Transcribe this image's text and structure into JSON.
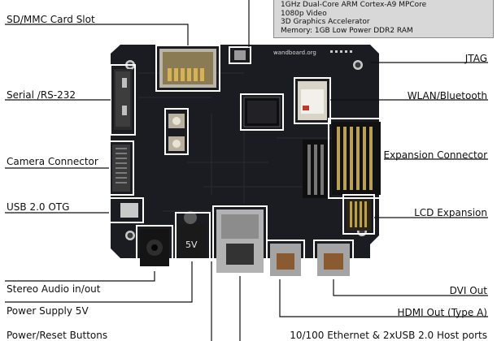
{
  "specs": {
    "line1": "1GHz Dual-Core ARM Cortex-A9 MPCore",
    "line2": "1080p Video",
    "line3": "3D Graphics Accelerator",
    "line4": "Memory: 1GB Low Power DDR2 RAM"
  },
  "board": {
    "logo_text": "wandboard.org"
  },
  "labels": {
    "sd_card": "SD/MMC Card Slot",
    "serial": "Serial /RS-232",
    "camera": "Camera Connector",
    "usb_otg": "USB 2.0 OTG",
    "audio": "Stereo Audio in/out",
    "power": "Power Supply 5V",
    "buttons": "Power/Reset Buttons",
    "jtag": "JTAG",
    "wlan": "WLAN/Bluetooth",
    "expansion": "Expansion Connector",
    "lcd": "LCD Expansion",
    "dvi": "DVI Out",
    "hdmi": "HDMI Out (Type A)",
    "ethernet": "10/100 Ethernet & 2xUSB 2.0 Host ports",
    "power_jack_marking": "5V"
  },
  "colors": {
    "board": "#1b1c22",
    "callout_line": "#111111",
    "spec_box": "#d8d8d8"
  }
}
